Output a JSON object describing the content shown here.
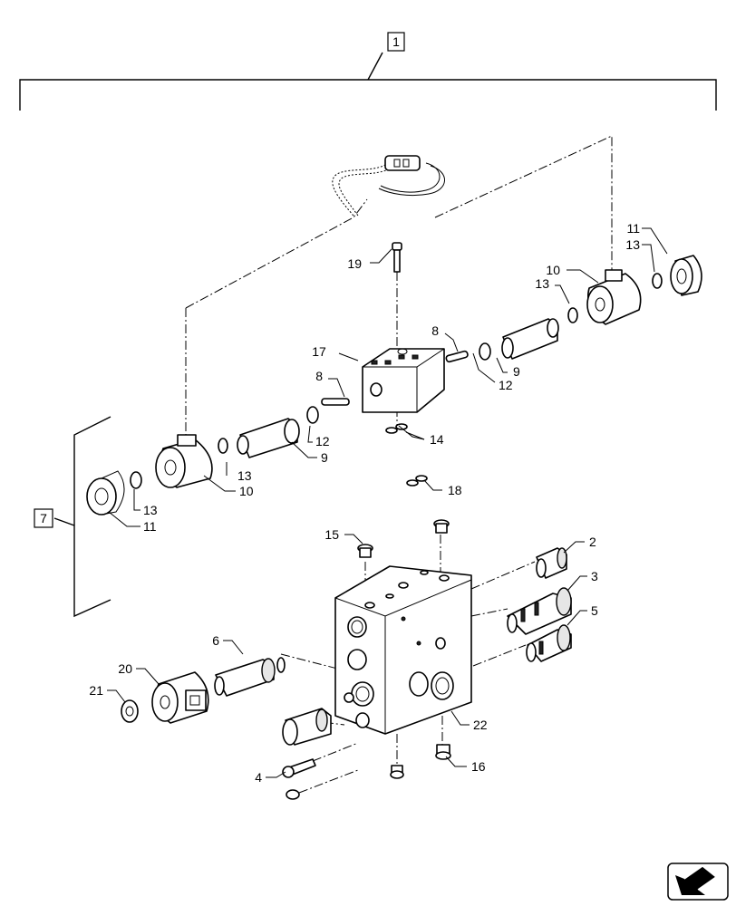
{
  "assembly_ref": "1",
  "group_ref": "7",
  "callouts": [
    {
      "id": "c2",
      "text": "2"
    },
    {
      "id": "c3",
      "text": "3"
    },
    {
      "id": "c4",
      "text": "4"
    },
    {
      "id": "c5",
      "text": "5"
    },
    {
      "id": "c6",
      "text": "6"
    },
    {
      "id": "c8a",
      "text": "8"
    },
    {
      "id": "c8b",
      "text": "8"
    },
    {
      "id": "c9a",
      "text": "9"
    },
    {
      "id": "c9b",
      "text": "9"
    },
    {
      "id": "c10a",
      "text": "10"
    },
    {
      "id": "c10b",
      "text": "10"
    },
    {
      "id": "c11a",
      "text": "11"
    },
    {
      "id": "c11b",
      "text": "11"
    },
    {
      "id": "c12a",
      "text": "12"
    },
    {
      "id": "c12b",
      "text": "12"
    },
    {
      "id": "c13a",
      "text": "13"
    },
    {
      "id": "c13b",
      "text": "13"
    },
    {
      "id": "c13c",
      "text": "13"
    },
    {
      "id": "c13d",
      "text": "13"
    },
    {
      "id": "c14",
      "text": "14"
    },
    {
      "id": "c15",
      "text": "15"
    },
    {
      "id": "c16",
      "text": "16"
    },
    {
      "id": "c17",
      "text": "17"
    },
    {
      "id": "c18",
      "text": "18"
    },
    {
      "id": "c19",
      "text": "19"
    },
    {
      "id": "c20",
      "text": "20"
    },
    {
      "id": "c21",
      "text": "21"
    },
    {
      "id": "c22",
      "text": "22"
    }
  ],
  "icons": {
    "nav": "next-page-arrow-icon"
  }
}
